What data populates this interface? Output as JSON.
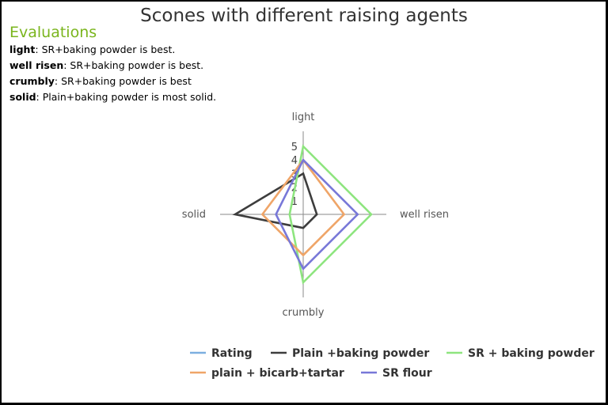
{
  "title": "Scones with different raising agents",
  "evaluations": {
    "heading": "Evaluations",
    "items": [
      {
        "term": "light",
        "text": ": SR+baking powder is best."
      },
      {
        "term": "well risen",
        "text": ": SR+baking powder is best."
      },
      {
        "term": "crumbly",
        "text": ": SR+baking powder is best"
      },
      {
        "term": "solid",
        "text": ": Plain+baking powder is most solid."
      }
    ]
  },
  "chart_data": {
    "type": "radar",
    "categories": [
      "light",
      "well risen",
      "crumbly",
      "solid"
    ],
    "rlim": [
      0,
      5
    ],
    "radial_ticks": [
      "1",
      "2",
      "3",
      "4",
      "5"
    ],
    "legend_position": "bottom",
    "series": [
      {
        "name": "Rating",
        "color": "#7cafe0",
        "values": [
          null,
          null,
          null,
          null
        ]
      },
      {
        "name": "Plain +baking powder",
        "color": "#3d3d3d",
        "values": [
          3,
          1,
          1,
          5
        ]
      },
      {
        "name": "SR + baking powder",
        "color": "#8ee57f",
        "values": [
          5,
          5,
          5,
          1
        ]
      },
      {
        "name": "plain + bicarb+tartar",
        "color": "#efa568",
        "values": [
          4,
          3,
          3,
          3
        ]
      },
      {
        "name": "SR flour",
        "color": "#7878d8",
        "values": [
          4,
          4,
          4,
          2
        ]
      }
    ]
  }
}
